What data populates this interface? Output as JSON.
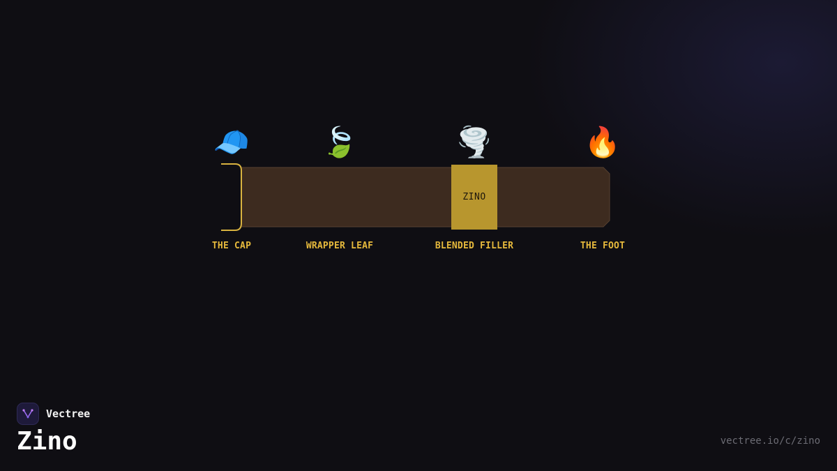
{
  "diagram": {
    "band_text": "ZINO",
    "parts": [
      {
        "icon": "baseball-cap-icon",
        "glyph": "🧢",
        "label": "THE CAP"
      },
      {
        "icon": "leaf-icon",
        "glyph": "🍃",
        "label": "WRAPPER LEAF"
      },
      {
        "icon": "tornado-icon",
        "glyph": "🌪️",
        "label": "BLENDED FILLER"
      },
      {
        "icon": "fire-icon",
        "glyph": "🔥",
        "label": "THE FOOT"
      }
    ],
    "colors": {
      "body": "#3d2b1f",
      "body_edge": "#574030",
      "band": "#b8962e",
      "cap_stroke": "#d9b340",
      "label": "#e6b93c"
    }
  },
  "footer": {
    "brand_name": "Vectree",
    "brand_icon": "vectree-logo-icon",
    "title": "Zino",
    "url": "vectree.io/c/zino"
  }
}
